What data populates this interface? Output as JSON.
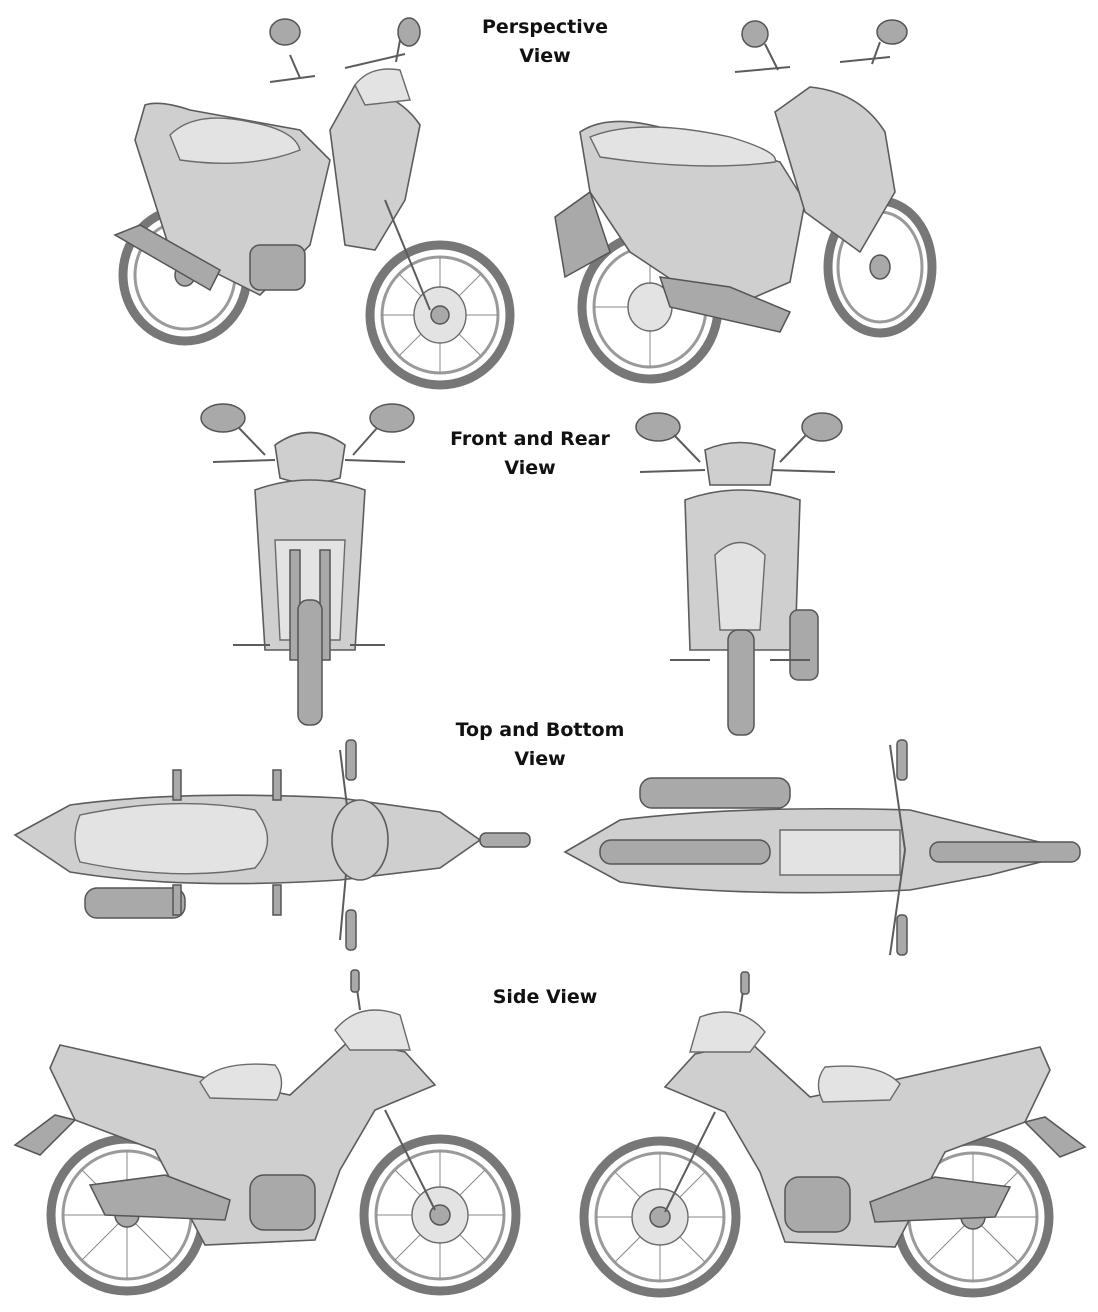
{
  "labels": {
    "perspective": "Perspective\nView",
    "front_rear": "Front and Rear\nView",
    "top_bottom": "Top and Bottom\nView",
    "side": "Side View"
  }
}
